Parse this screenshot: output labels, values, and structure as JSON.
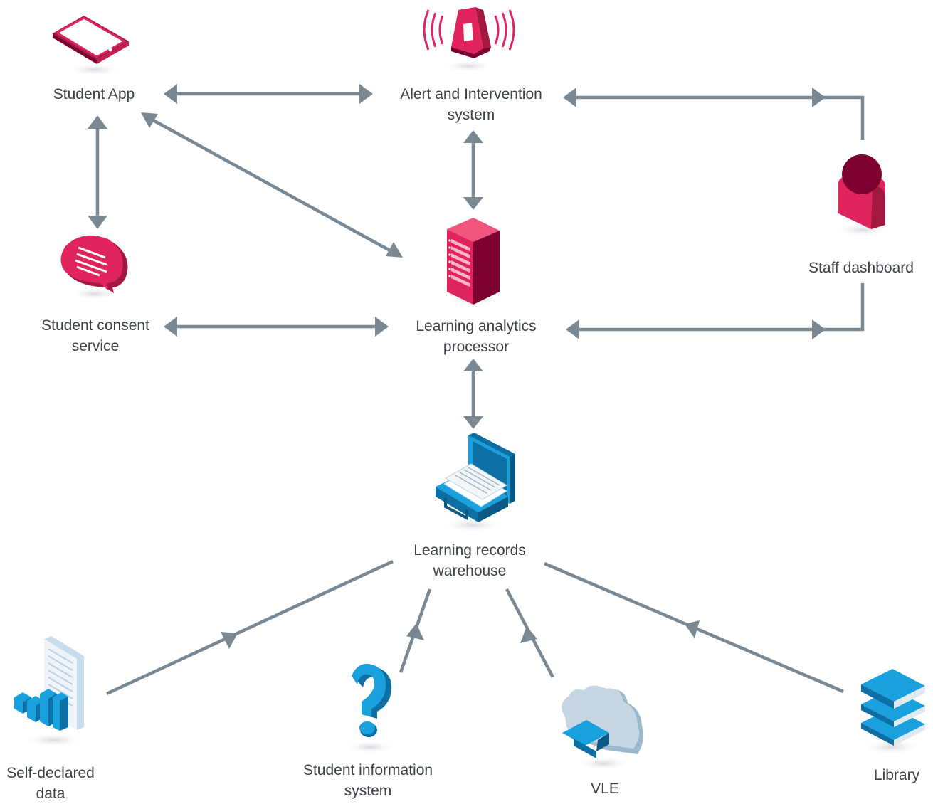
{
  "nodes": {
    "student_app": {
      "lines": [
        "Student App"
      ],
      "icon": "tablet-icon"
    },
    "alert_system": {
      "lines": [
        "Alert and Intervention",
        "system"
      ],
      "icon": "alarm-icon"
    },
    "staff_dashboard": {
      "lines": [
        "Staff dashboard"
      ],
      "icon": "person-icon"
    },
    "consent_service": {
      "lines": [
        "Student consent",
        "service"
      ],
      "icon": "speech-bubble-icon"
    },
    "analytics_processor": {
      "lines": [
        "Learning analytics",
        "processor"
      ],
      "icon": "server-icon"
    },
    "records_warehouse": {
      "lines": [
        "Learning records",
        "warehouse"
      ],
      "icon": "briefcase-icon"
    },
    "self_declared": {
      "lines": [
        "Self-declared",
        "data"
      ],
      "icon": "document-chart-icon"
    },
    "student_info_system": {
      "lines": [
        "Student information",
        "system"
      ],
      "icon": "question-mark-icon"
    },
    "vle": {
      "lines": [
        "VLE"
      ],
      "icon": "cloud-graduation-icon"
    },
    "library": {
      "lines": [
        "Library"
      ],
      "icon": "books-icon"
    }
  },
  "colors": {
    "arrow": "#7a8893",
    "magenta": "#e0245e",
    "magenta_dark": "#a3183f",
    "maroon": "#7d0030",
    "blue": "#1aa0dc",
    "blue_dark": "#0d6fa3",
    "blue_pale": "#b9d2e2",
    "text": "#3b4147",
    "shadow": "#e3e5e8"
  }
}
